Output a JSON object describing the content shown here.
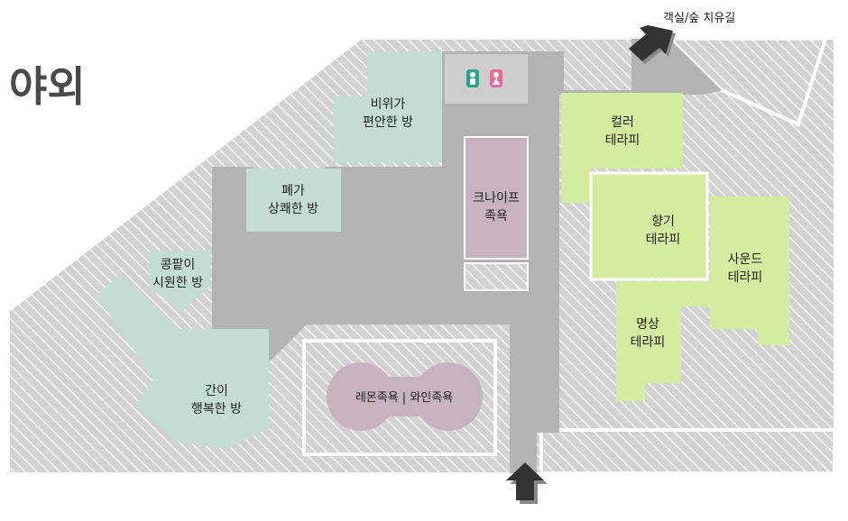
{
  "title": "야외",
  "destination_label": "객실/숲 치유길",
  "colors": {
    "hatch_bg": "#d2d2d2",
    "hatch_line": "#f4f4f4",
    "corridor": "#b3b3b3",
    "mint_room": "#c3ddd5",
    "spa_room": "#c7b2bf",
    "therapy_room": "#d4ec9f",
    "toilet_room": "#cdcdcd",
    "arrow": "#333333",
    "toilet_male": "#2aa38f",
    "toilet_female": "#ec6a95"
  },
  "rooms": [
    {
      "id": "biwiga",
      "lines": [
        "비위가",
        "편안한 방"
      ],
      "kind": "mint"
    },
    {
      "id": "pyega",
      "lines": [
        "폐가",
        "상쾌한 방"
      ],
      "kind": "mint"
    },
    {
      "id": "kongpat",
      "lines": [
        "콩팥이",
        "시원한 방"
      ],
      "kind": "mint"
    },
    {
      "id": "gani",
      "lines": [
        "간이",
        "행복한 방"
      ],
      "kind": "mint"
    },
    {
      "id": "knife",
      "lines": [
        "크나이프",
        "족욕"
      ],
      "kind": "spa"
    },
    {
      "id": "lemon-wine",
      "lines": [
        "레몬족욕 | 와인족욕"
      ],
      "kind": "spa"
    },
    {
      "id": "color",
      "lines": [
        "컬러",
        "테라피"
      ],
      "kind": "therapy"
    },
    {
      "id": "scent",
      "lines": [
        "향기",
        "테라피"
      ],
      "kind": "therapy"
    },
    {
      "id": "sound",
      "lines": [
        "사운드",
        "테라피"
      ],
      "kind": "therapy"
    },
    {
      "id": "meditation",
      "lines": [
        "명상",
        "테라피"
      ],
      "kind": "therapy"
    }
  ],
  "icons": {
    "restroom": [
      "male-restroom-icon",
      "female-restroom-icon"
    ],
    "arrows": [
      "entrance-arrow-icon",
      "exit-arrow-icon"
    ]
  }
}
